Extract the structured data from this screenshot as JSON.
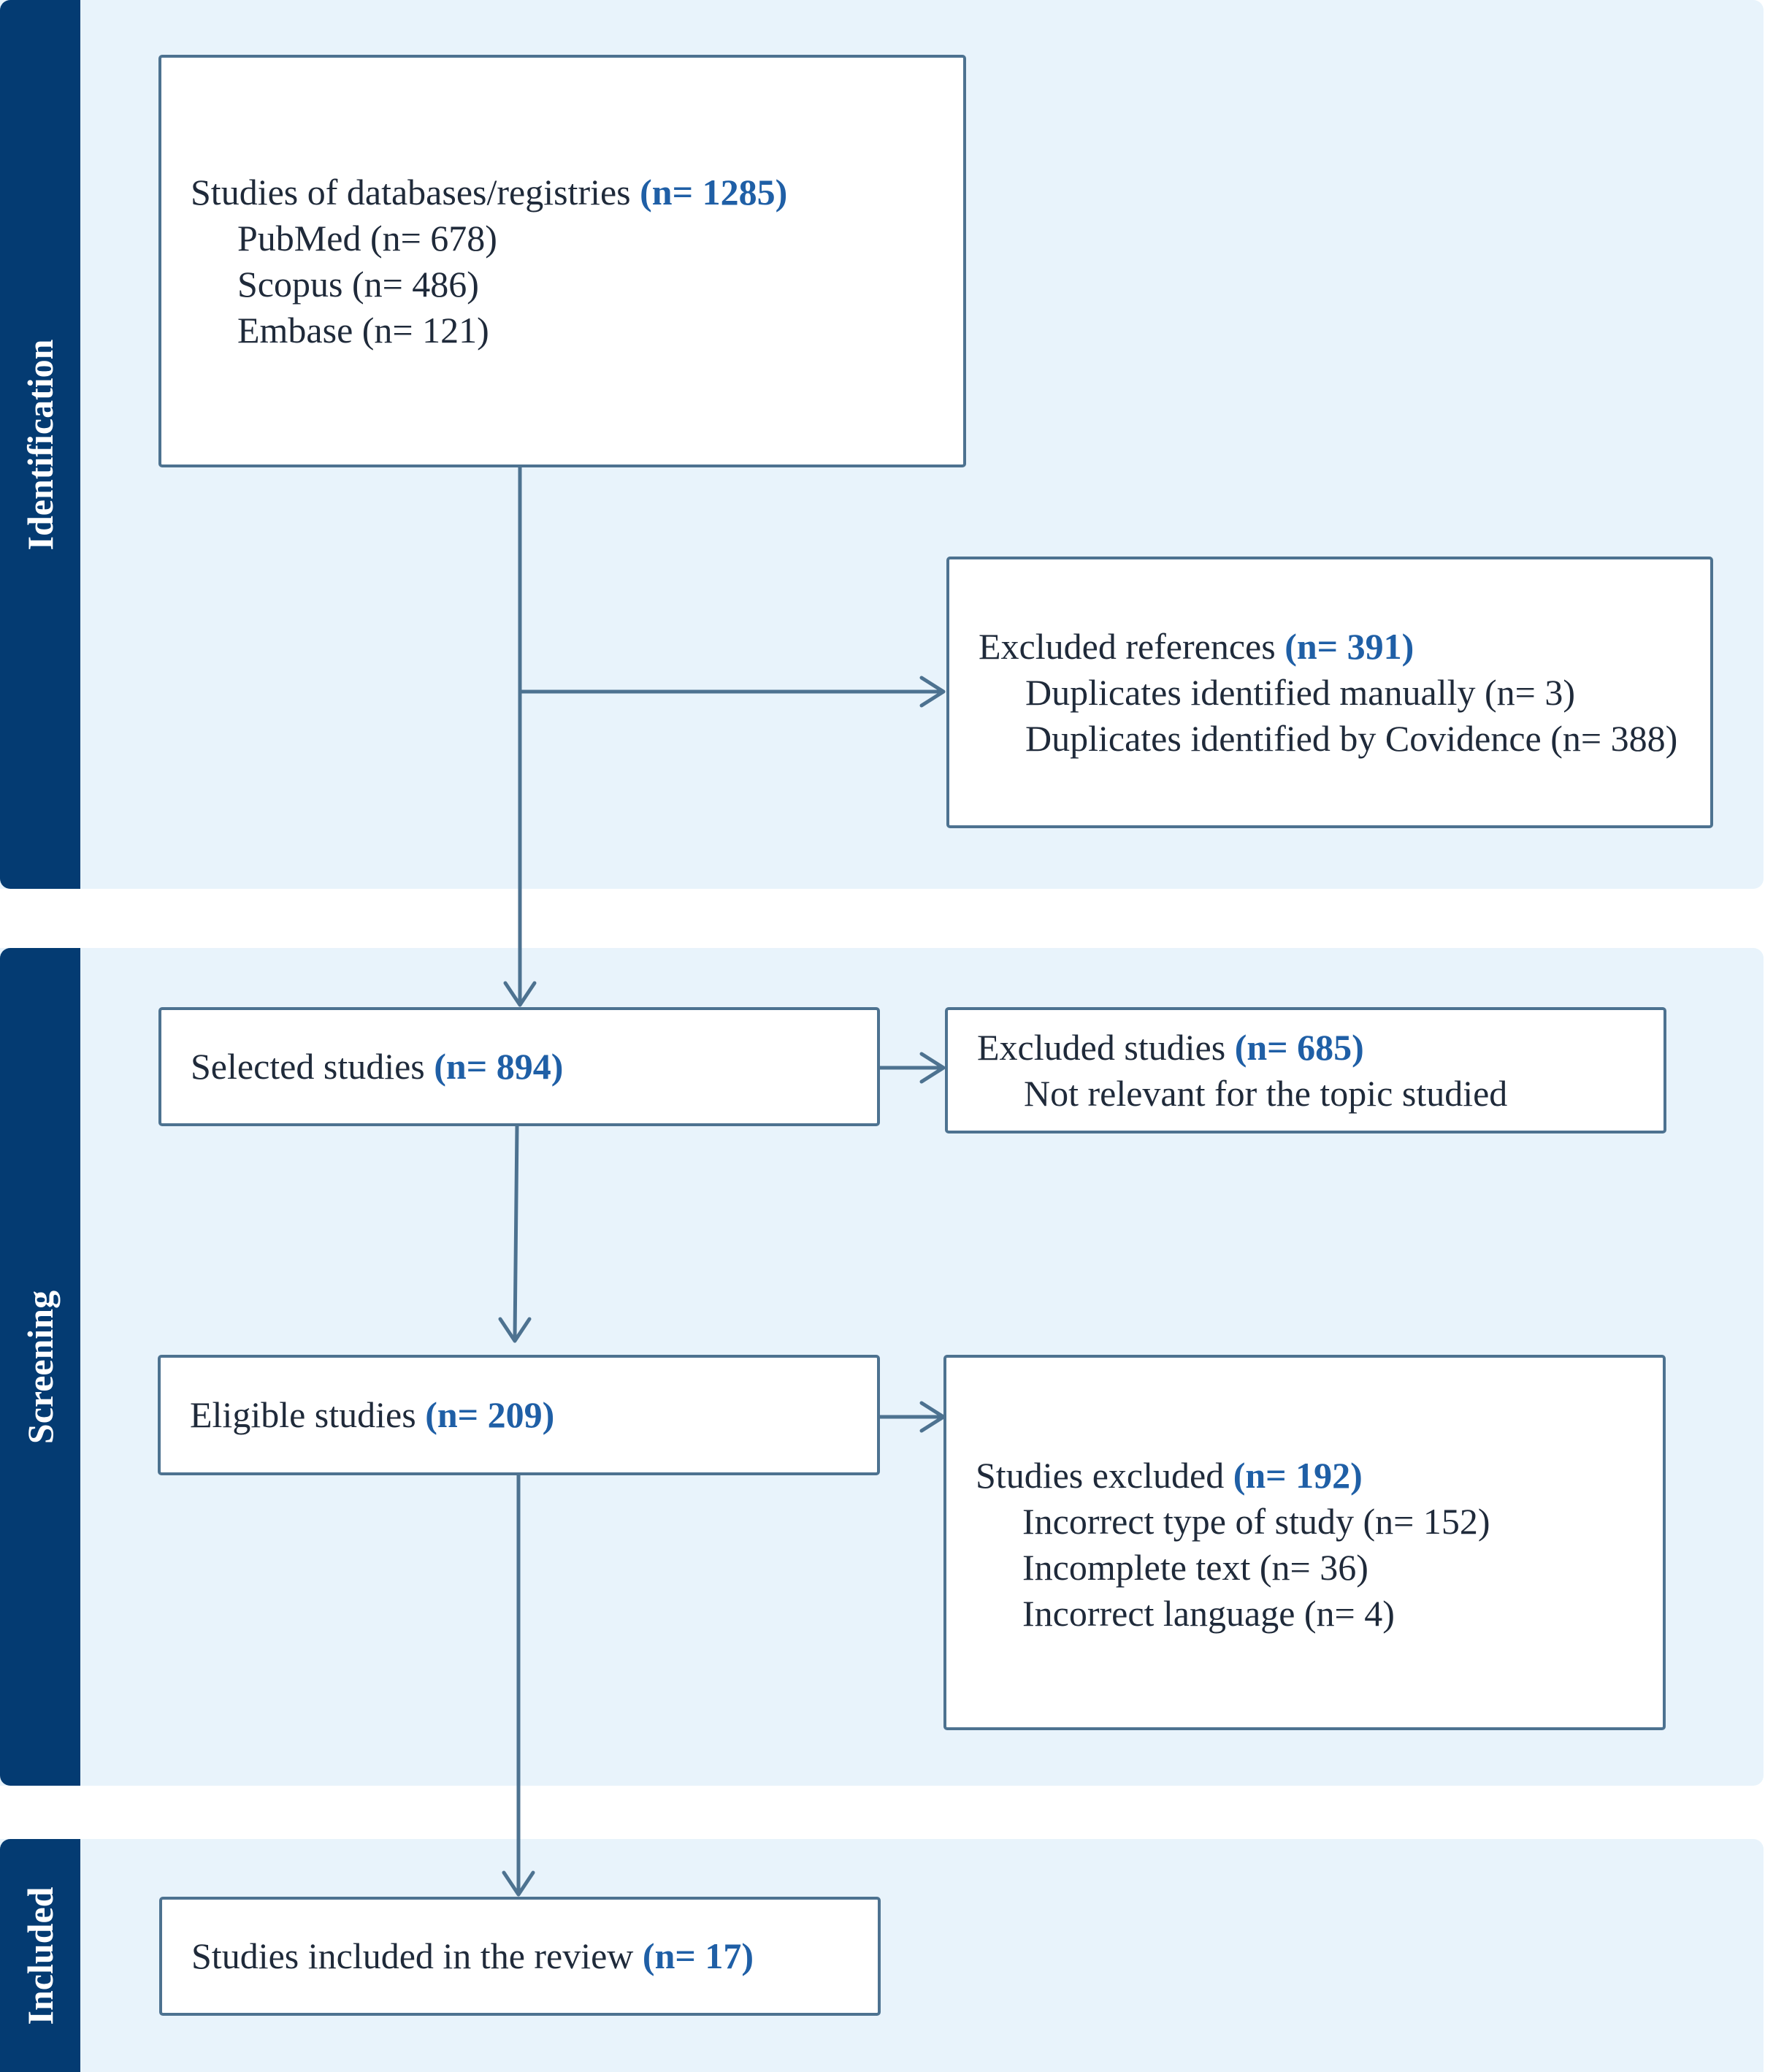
{
  "phases": {
    "identification": "Identification",
    "screening": "Screening",
    "included": "Included"
  },
  "records": {
    "label": "Studies of databases/registries",
    "count": "(n= 1285)",
    "sources": [
      "PubMed (n= 678)",
      "Scopus (n= 486)",
      "Embase (n= 121)"
    ]
  },
  "excluded_refs": {
    "label": "Excluded references",
    "count": "(n= 391)",
    "reasons": [
      "Duplicates identified manually (n= 3)",
      "Duplicates identified by Covidence (n= 388)"
    ]
  },
  "selected": {
    "label": "Selected studies",
    "count": "(n= 894)"
  },
  "excluded_studies": {
    "label": "Excluded studies",
    "count": "(n= 685)",
    "reasons": [
      "Not relevant for the topic studied"
    ]
  },
  "eligible": {
    "label": "Eligible studies",
    "count": "(n= 209)"
  },
  "studies_excluded": {
    "label": "Studies excluded",
    "count": "(n= 192)",
    "reasons": [
      "Incorrect type of study (n= 152)",
      "Incomplete text (n= 36)",
      "Incorrect language (n= 4)"
    ]
  },
  "included": {
    "label": "Studies included in the review",
    "count": "(n= 17)"
  },
  "colors": {
    "band": "#e8f3fb",
    "tab": "#043b72",
    "border": "#4d7290",
    "count": "#1f5fa6"
  }
}
